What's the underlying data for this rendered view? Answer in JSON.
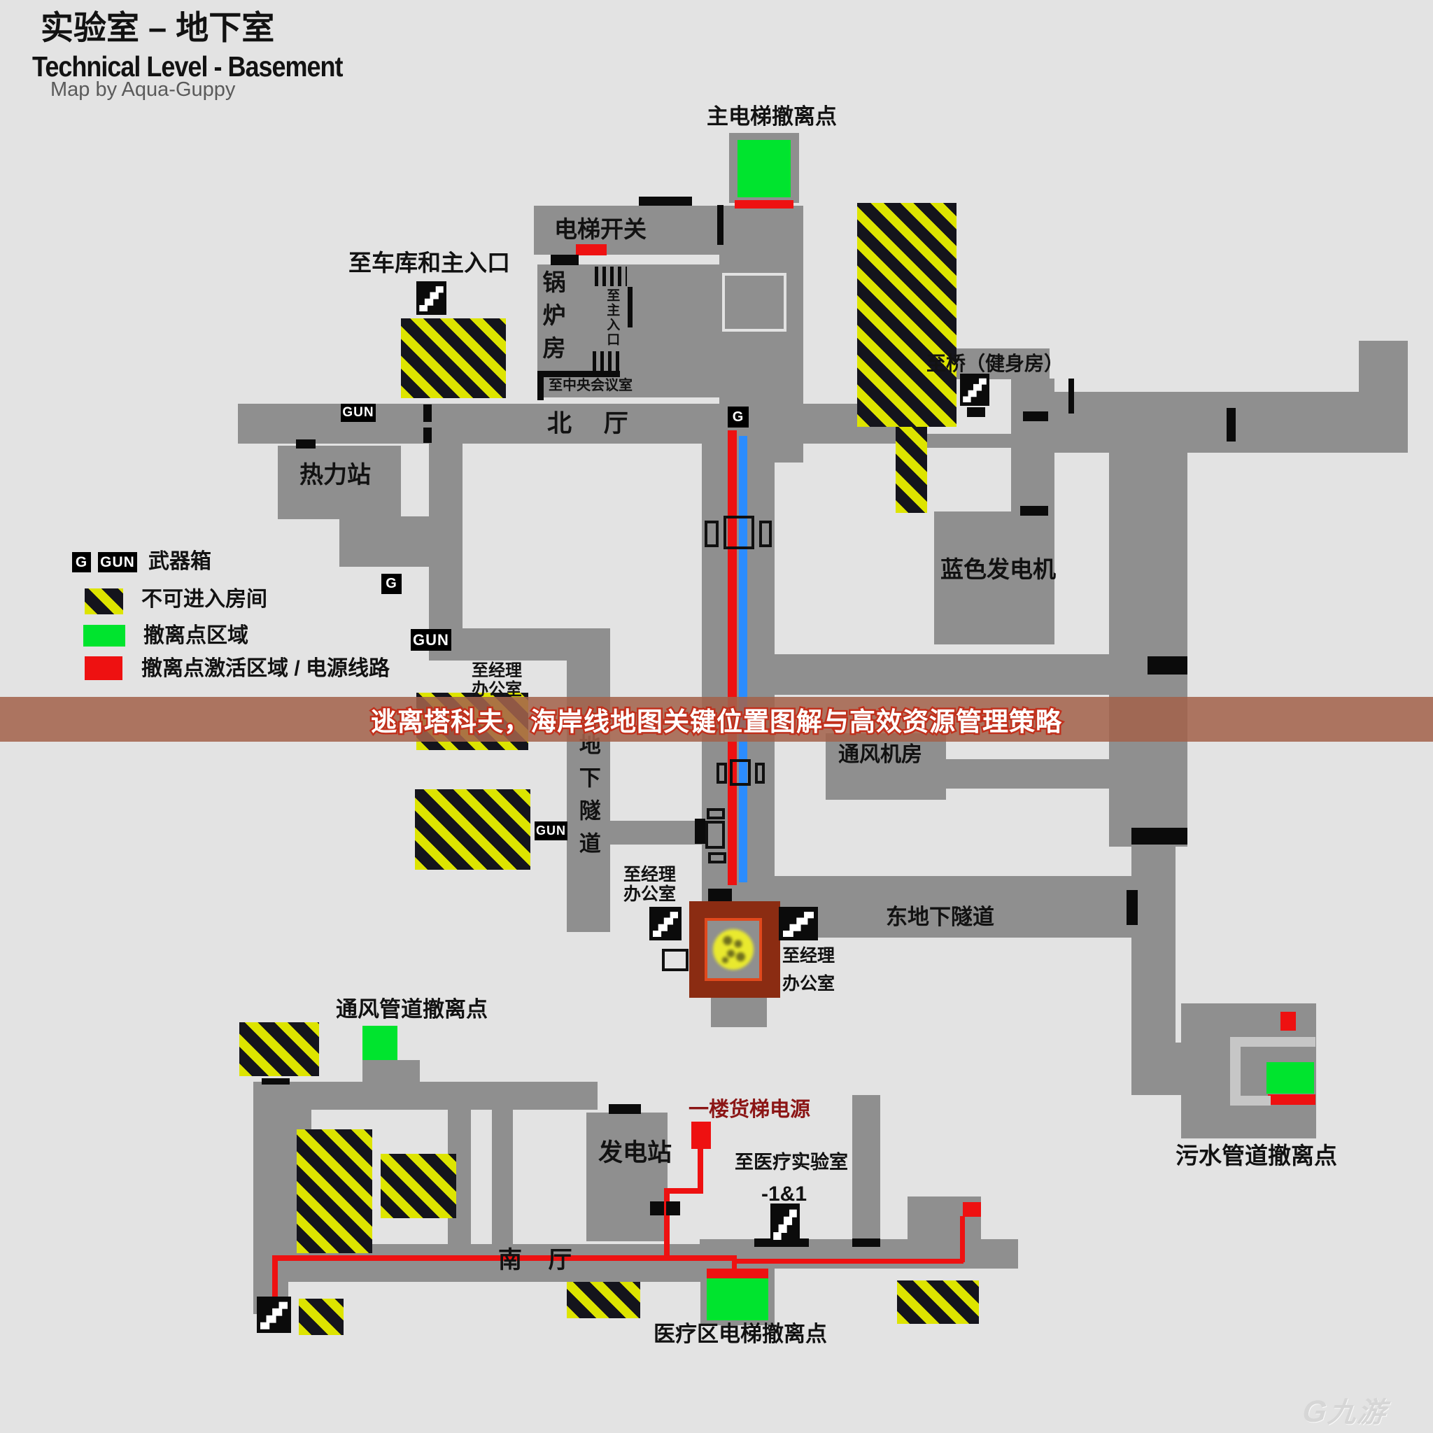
{
  "title": {
    "zh": "实验室 – 地下室",
    "en": "Technical Level - Basement",
    "credit": "Map by Aqua-Guppy"
  },
  "banner": {
    "text": "逃离塔科夫，海岸线地图关键位置图解与高效资源管理策略"
  },
  "legend": {
    "badge_g": "G",
    "badge_gun": "GUN",
    "weapon_box": "武器箱",
    "no_entry_room": "不可进入房间",
    "extract_zone": "撤离点区域",
    "extract_active_power": "撤离点激活区域 / 电源线路"
  },
  "map": {
    "badge_g": "G",
    "badge_gun": "GUN",
    "main_elevator_extract": "主电梯撤离点",
    "elevator_switch": "电梯开关",
    "to_garage_main_entrance": "至车库和主入口",
    "boiler_room": "锅炉房",
    "to_main_entrance": "至主入口",
    "to_central_meeting_room": "至中央会议室",
    "north_hall": "北 厅",
    "heat_station": "热力站",
    "to_bridge_gym": "至桥（健身房）",
    "blue_generator": "蓝色发电机",
    "vent_machine_room": "通风机房",
    "underground_tunnel": "地下隧道",
    "east_underground_tunnel": "东地下隧道",
    "to_manager_office_l1": "至经理",
    "to_manager_office_l2": "办公室",
    "vent_duct_extract": "通风管道撤离点",
    "generator_station": "发电站",
    "cargo_elevator_power": "一楼货梯电源",
    "to_medical_lab": "至医疗实验室",
    "stairs_minus1_1": "-1&1",
    "south_hall": "南 厅",
    "medical_elevator_extract": "医疗区电梯撤离点",
    "sewer_pipe_extract": "污水管道撤离点"
  },
  "watermark": {
    "logo": "G",
    "text": "九游"
  },
  "colors": {
    "background": "#e3e3e3",
    "room_gray": "#8f8f8f",
    "extract_green": "#00e42e",
    "active_red": "#ee1111",
    "power_blue": "#2b8cff",
    "hatch_yellow": "#dde400",
    "hatch_black": "#14141c",
    "banner_bg": "#a3634c",
    "banner_text": "#ffffff",
    "banner_outline": "#c1301c",
    "manager_room": "#8b2c12",
    "manager_ring": "#e1491d",
    "power_label_red": "#8b1515"
  },
  "icons": {
    "stairs": "staircase",
    "ladder": "rung-bars",
    "marker": "spotted-circle"
  }
}
